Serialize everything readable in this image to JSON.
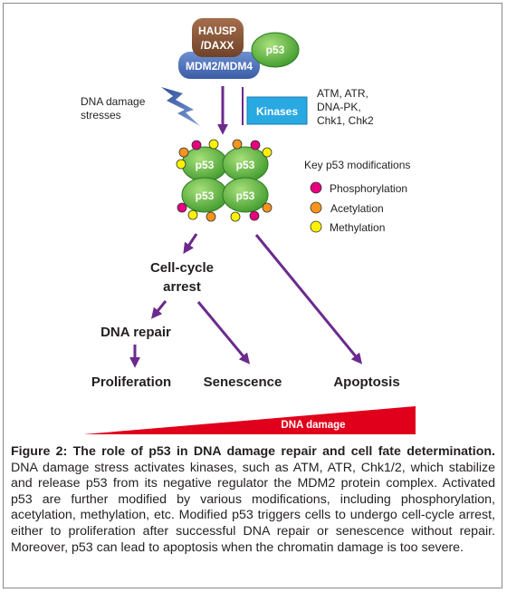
{
  "diagram": {
    "hausp_label_1": "HAUSP",
    "hausp_label_2": "/DAXX",
    "mdm2_label": "MDM2/MDM4",
    "p53_label": "p53",
    "stress_label_1": "DNA damage",
    "stress_label_2": "stresses",
    "kinases_label": "Kinases",
    "kinase_list": [
      "ATM, ATR,",
      "DNA-PK,",
      "Chk1, Chk2"
    ],
    "key_title": "Key p53 modifications",
    "legend": [
      {
        "label": "Phosphorylation",
        "color": "#e6007e"
      },
      {
        "label": "Acetylation",
        "color": "#f7941d"
      },
      {
        "label": "Methylation",
        "color": "#fff200"
      }
    ],
    "cell_cycle_1": "Cell-cycle",
    "cell_cycle_2": "arrest",
    "dna_repair": "DNA repair",
    "proliferation": "Proliferation",
    "senescence": "Senescence",
    "apoptosis": "Apoptosis",
    "dna_damage_bar": "DNA damage"
  },
  "colors": {
    "hausp": "#8c5a3c",
    "mdm2": "#4a6fb5",
    "p53_green": "#6cc24a",
    "kinases": "#29a9e1",
    "arrow": "#6b2a8c",
    "bar": "#e0001b"
  },
  "caption": {
    "title": "Figure 2: The role of p53 in DNA damage repair and cell fate determination.",
    "body": "DNA damage stress activates kinases, such as ATM, ATR, Chk1/2, which stabilize and release p53 from its negative regulator the MDM2 protein complex. Activated p53 are further modified by various modifications, including phosphorylation, acetylation, methylation, etc. Modified p53 triggers cells to undergo cell-cycle arrest, either to proliferation after successful DNA repair or senescence without repair. Moreover, p53 can lead to apoptosis when the chromatin damage is too severe."
  }
}
